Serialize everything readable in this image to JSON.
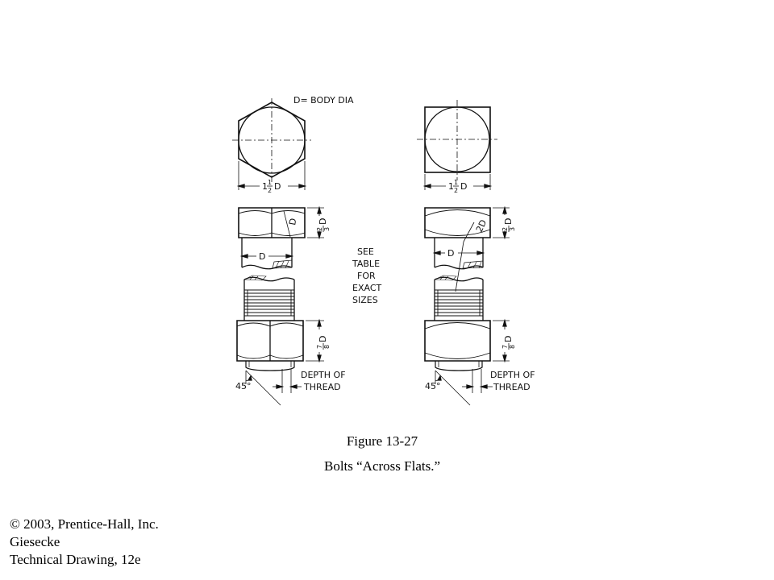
{
  "drawing": {
    "legend": "D= BODY DIA",
    "note_lines": [
      "SEE",
      "TABLE",
      "FOR",
      "EXACT",
      "SIZES"
    ],
    "width_label_whole": "1",
    "width_label_frac_num": "1",
    "width_label_frac_den": "2",
    "width_label_var": "D",
    "head_height_num": "2",
    "head_height_den": "3",
    "head_height_var": "D",
    "nut_height_num": "7",
    "nut_height_den": "8",
    "nut_height_var": "D",
    "body_dia_label": "D",
    "chamfer_radius_hex": "D",
    "chamfer_radius_sq": "2D",
    "angle_label": "45°",
    "thread_depth_line1": "DEPTH OF",
    "thread_depth_line2": "THREAD"
  },
  "caption": {
    "figure_number": "Figure 13-27",
    "figure_title": "Bolts “Across Flats.”"
  },
  "credits": [
    "© 2003, Prentice-Hall, Inc.",
    "Giesecke",
    "Technical Drawing, 12e"
  ]
}
